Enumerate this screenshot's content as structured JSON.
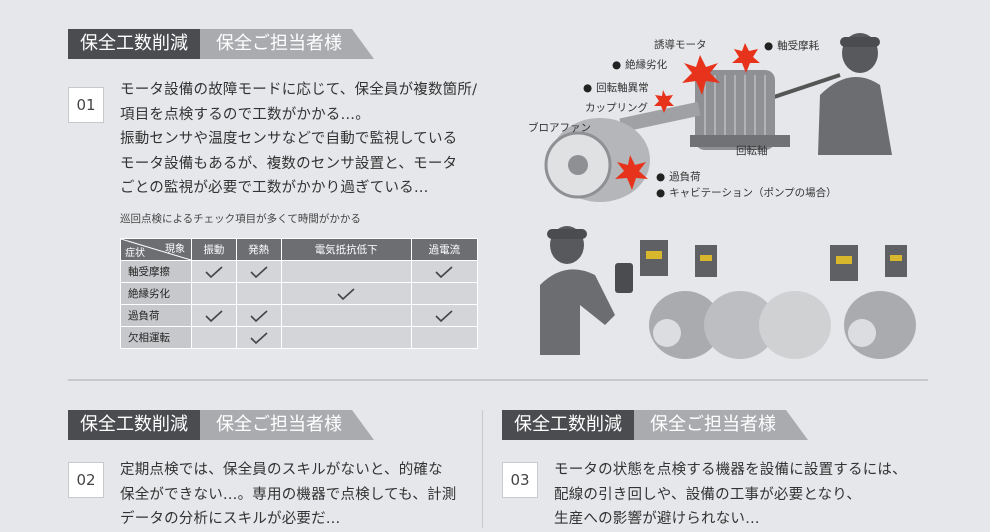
{
  "sections": [
    {
      "tag_primary": "保全工数削減",
      "tag_secondary": "保全ご担当者様",
      "number": "01",
      "text": "モータ設備の故障モードに応じて、保全員が複数箇所/\n項目を点検するので工数がかかる…。\n振動センサや温度センサなどで自動で監視している\nモータ設備もあるが、複数のセンサ設置と、モータ\nごとの監視が必要で工数がかかり過ぎている…"
    },
    {
      "tag_primary": "保全工数削減",
      "tag_secondary": "保全ご担当者様",
      "number": "02",
      "text": "定期点検では、保全員のスキルがないと、的確な\n保全ができない…。専用の機器で点検しても、計測\nデータの分析にスキルが必要だ…"
    },
    {
      "tag_primary": "保全工数削減",
      "tag_secondary": "保全ご担当者様",
      "number": "03",
      "text": "モータの状態を点検する機器を設備に設置するには、\n配線の引き回しや、設備の工事が必要となり、\n生産への影響が避けられない…"
    }
  ],
  "table": {
    "caption": "巡回点検によるチェック項目が多くて時間がかかる",
    "corner_row_label": "症状",
    "corner_col_label": "現象",
    "columns": [
      "振動",
      "発熱",
      "電気抵抗低下",
      "過電流"
    ],
    "rows": [
      {
        "label": "軸受摩擦",
        "checks": [
          true,
          true,
          false,
          true
        ]
      },
      {
        "label": "絶縁劣化",
        "checks": [
          false,
          false,
          true,
          false
        ]
      },
      {
        "label": "過負荷",
        "checks": [
          true,
          true,
          false,
          true
        ]
      },
      {
        "label": "欠相運転",
        "checks": [
          false,
          true,
          false,
          false
        ]
      }
    ]
  },
  "diagram_labels": {
    "induction_motor": "誘導モータ",
    "bearing_wear": "軸受摩耗",
    "insulation_degradation": "絶縁劣化",
    "shaft_abnormality": "回転軸異常",
    "coupling": "カップリング",
    "blower_fan": "ブロアファン",
    "rotating_shaft": "回転軸",
    "overload": "過負荷",
    "cavitation": "キャビテーション（ポンプの場合）"
  },
  "colors": {
    "tag_dark": "#4b4c50",
    "tag_light": "#a9abaf",
    "background": "#e6e7ea",
    "spark": "#e8331c"
  }
}
